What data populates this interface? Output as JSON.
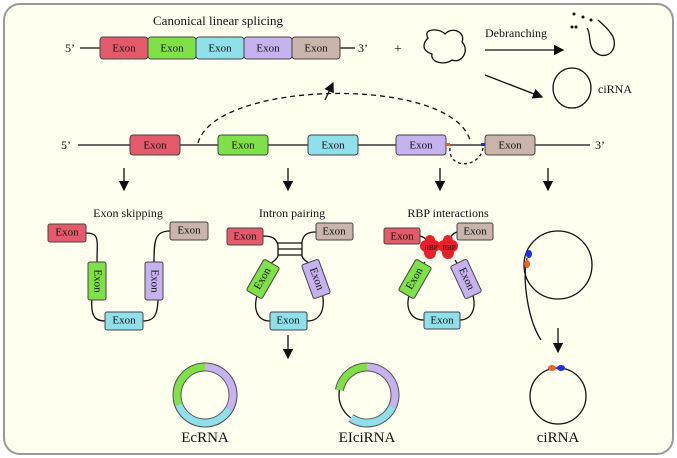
{
  "title": "Canonical linear splicing",
  "five_prime": "5’",
  "three_prime": "3’",
  "plus": "+",
  "exon_label": "Exon",
  "debranching": "Debranching",
  "mechanisms": {
    "skipping": "Exon skipping",
    "pairing": "Intron pairing",
    "rbp": "RBP interactions"
  },
  "rbp_label": "RBP",
  "products": {
    "ecrna": "EcRNA",
    "eicirna": "EIciRNA",
    "cirna_top": "ciRNA",
    "cirna_bottom": "ciRNA"
  },
  "colors": {
    "background": "#fffff0",
    "exon1": "#e35b6b",
    "exon2": "#80e048",
    "exon3": "#8fe0ea",
    "exon4": "#c6b2ee",
    "exon5": "#c9b5ab",
    "rbp": "#e8202a",
    "splice_site_5": "#e8602a",
    "splice_site_3": "#1a2ee8"
  }
}
